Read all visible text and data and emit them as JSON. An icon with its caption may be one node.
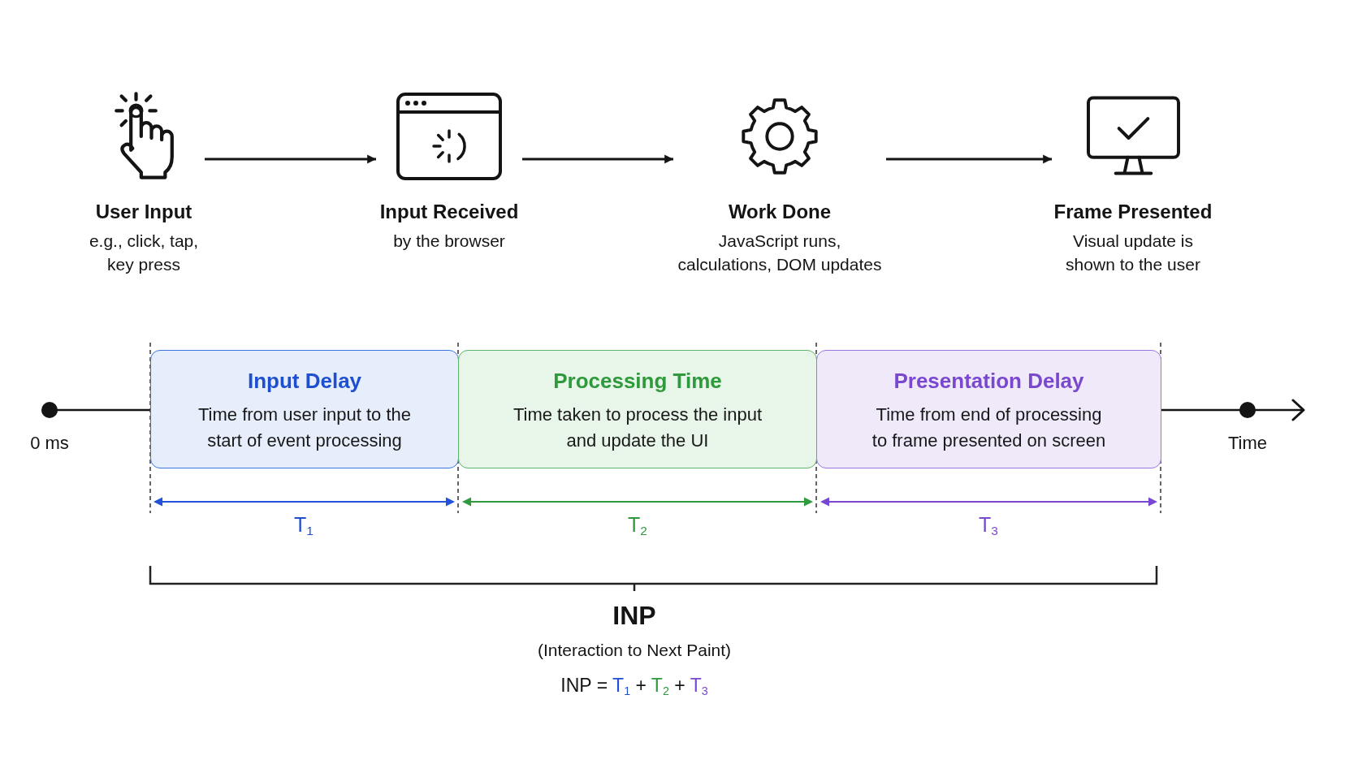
{
  "diagram": {
    "nodes": [
      {
        "text": [
          "User Input",
          "e.g., click, tap, key press"
        ]
      },
      {
        "text": [
          "Input Received",
          "by the browser"
        ]
      },
      {
        "text": [
          "Work Done",
          "JavaScript runs, calculations, DOM updates"
        ]
      },
      {
        "text": [
          "Frame Presented",
          "Visual update is shown to the user"
        ]
      },
      {
        "text": [
          "Input Delay",
          "Time from user input to the start of event processing"
        ]
      },
      {
        "text": [
          "Processing Time",
          "Time taken to process the input and update the UI"
        ]
      },
      {
        "text": [
          "Presentation Delay",
          "Time from end of processing to frame presented on screen"
        ]
      }
    ],
    "edges": [
      {
        "from": 0,
        "to": 1,
        "arrow": "to"
      },
      {
        "from": 1,
        "to": 2,
        "arrow": "to"
      },
      {
        "from": 2,
        "to": 3,
        "arrow": "to"
      }
    ],
    "labels": [
      "0 ms",
      "Time",
      "T$_{1}$",
      "T$_{2}$",
      "T$_{3}$",
      "INP",
      "(Interaction to Next Paint)",
      "INP = T$_{1}$ + T$_{2}$ + T$_{3}$"
    ]
  }
}
